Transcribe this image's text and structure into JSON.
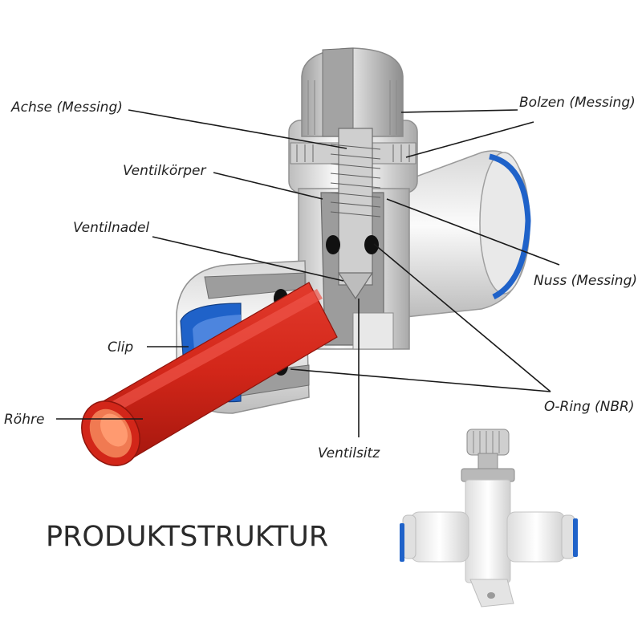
{
  "title": "PRODUKTSTRUKTUR",
  "labels": {
    "achse": "Achse (Messing)",
    "bolzen": "Bolzen (Messing)",
    "ventilkoerper": "Ventilkörper",
    "ventilnadel": "Ventilnadel",
    "nuss": "Nuss (Messing)",
    "clip": "Clip",
    "roehre": "Röhre",
    "oring": "O-Ring (NBR)",
    "ventilsitz": "Ventilsitz"
  },
  "colors": {
    "tube": "#d42a1e",
    "tube_dark": "#a31a12",
    "clip_blue": "#1f62c9",
    "body": "#e6e6e6",
    "section": "#8f8f8f",
    "oring": "#111111"
  }
}
